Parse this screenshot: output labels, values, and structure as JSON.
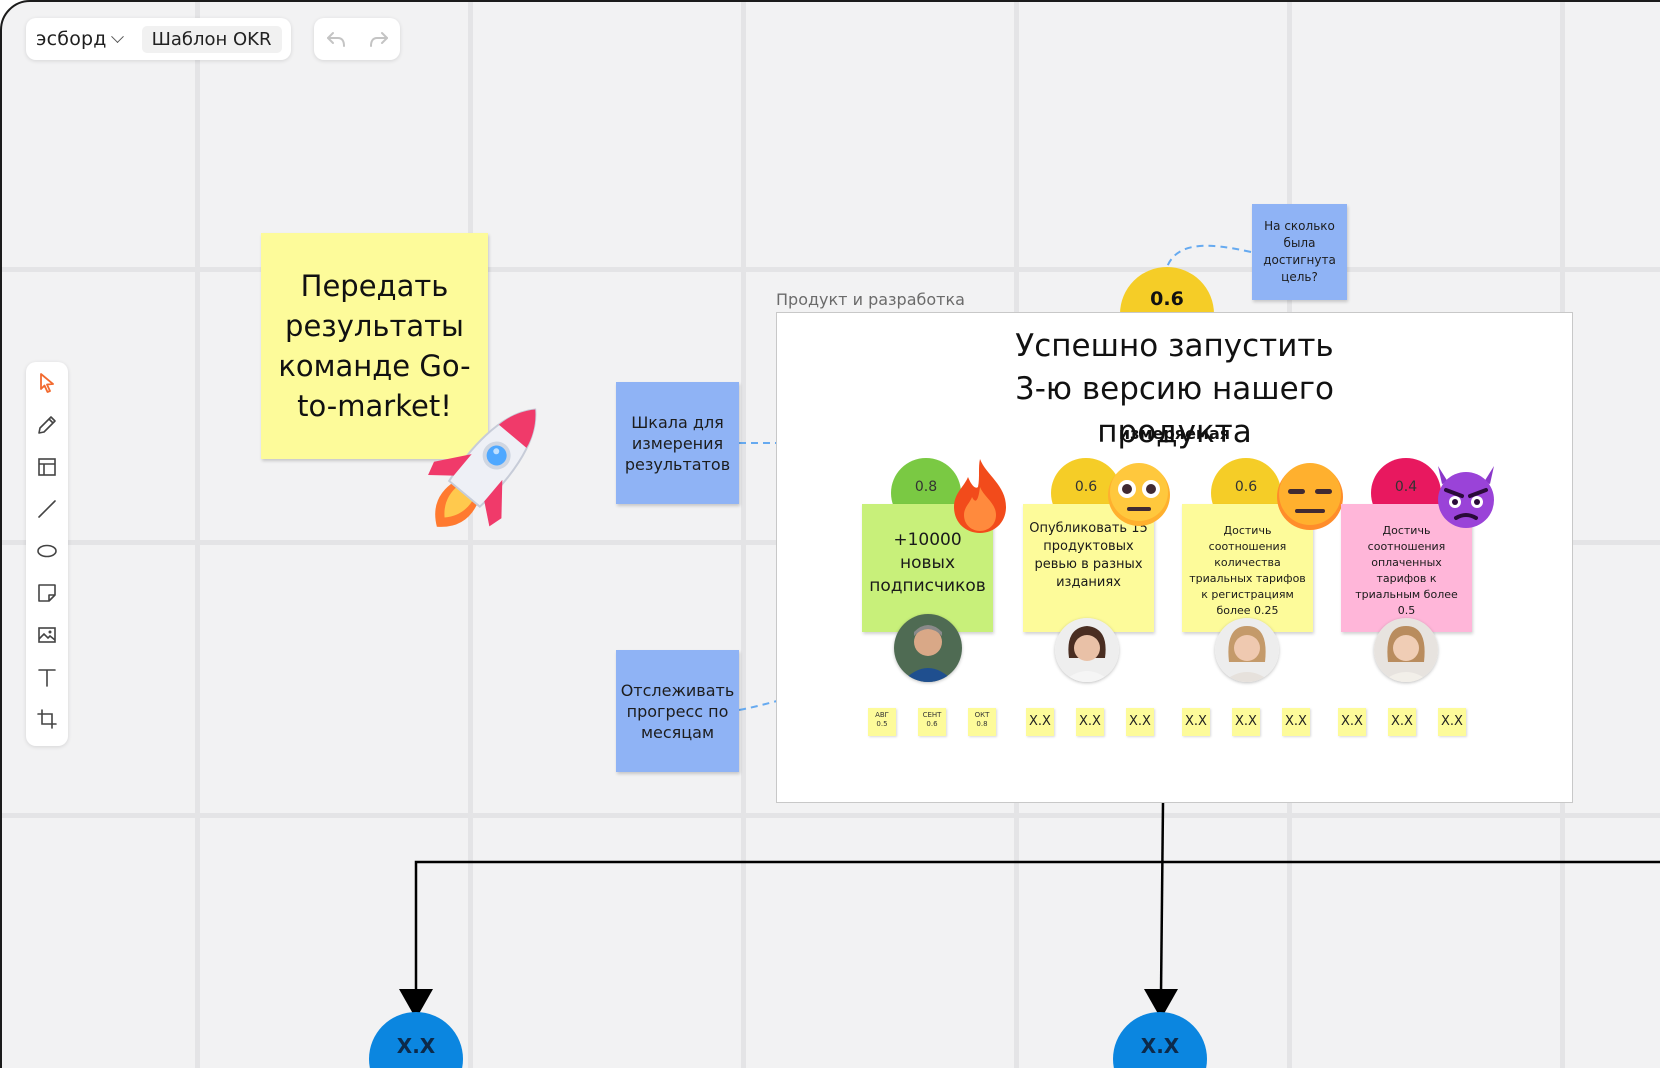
{
  "app": {
    "board_name": "эсборд",
    "template_name": "Шаблон OKR"
  },
  "toolbar_tools": [
    "select-icon",
    "pen-icon",
    "template-icon",
    "line-icon",
    "ellipse-icon",
    "sticky-note-icon",
    "image-icon",
    "text-icon",
    "frame-icon"
  ],
  "colors": {
    "accent": "#f26a2f",
    "sticky_yellow": "#fdfb9a",
    "sticky_green": "#c8f07a",
    "sticky_pink": "#ffb6d9",
    "note_blue": "#8fb3f5",
    "score_green": "#7ac943",
    "score_yellow": "#f5cd27",
    "score_red": "#e8185f",
    "node_blue": "#0b86e0",
    "connector_dash": "#66aaf0"
  },
  "canvas": {
    "goto_note": "Передать результаты команде Go-to-market!",
    "scale_note": "Шкала для измерения результатов",
    "progress_note": "Отслеживать прогресс по месяцам",
    "question_note": "На сколько была достигнута цель?",
    "top_score": "0.6",
    "frame_label": "Продукт и разработка",
    "objective_title": "Успешно запустить 3-ю версию нашего продукта",
    "measurable_label": "измеряемая",
    "key_results": [
      {
        "score": "0.8",
        "text": "+10000 новых подписчиков",
        "emoji": "fire-emoji"
      },
      {
        "score": "0.6",
        "text": "Опубликовать 15 продуктовых ревью в разных изданиях",
        "emoji": "surprised-face-emoji"
      },
      {
        "score": "0.6",
        "text": "Достичь соотношения количества триальных тарифов к регистрациям более 0.25",
        "emoji": "expressionless-face-emoji"
      },
      {
        "score": "0.4",
        "text": "Достичь соотношения оплаченных тарифов к триальным более 0.5",
        "emoji": "angry-devil-emoji"
      }
    ],
    "months": [
      {
        "name": "АВГ",
        "value": "0.5"
      },
      {
        "name": "СЕНТ",
        "value": "0.6"
      },
      {
        "name": "ОКТ",
        "value": "0.8"
      }
    ],
    "xx_notes": [
      "X.X",
      "X.X",
      "X.X",
      "X.X",
      "X.X",
      "X.X",
      "X.X",
      "X.X",
      "X.X"
    ],
    "nodes": [
      "X.X",
      "X.X"
    ]
  }
}
